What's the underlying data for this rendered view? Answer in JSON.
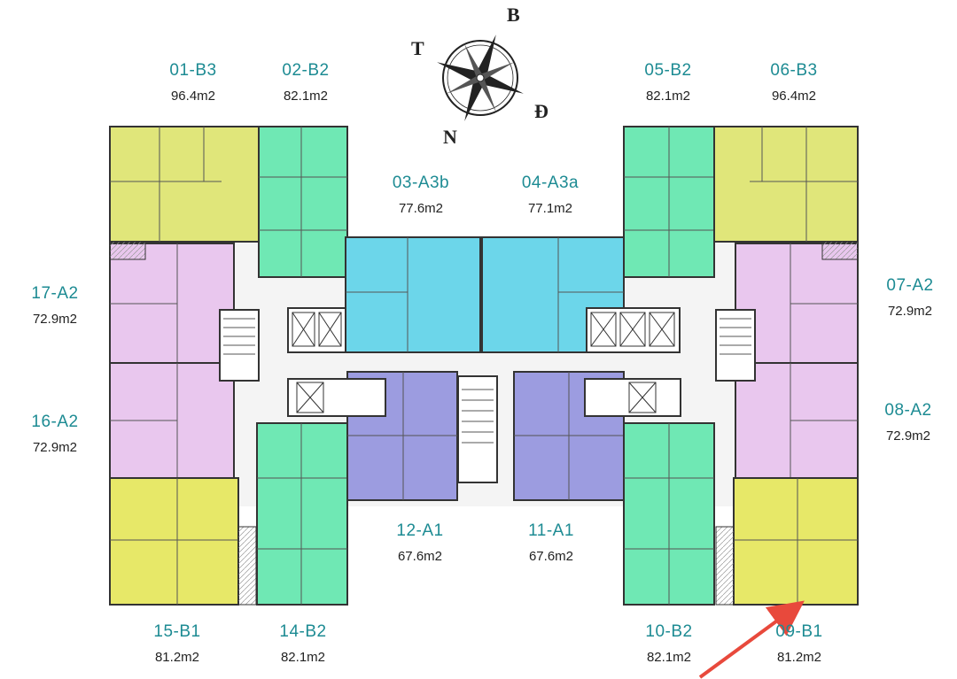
{
  "compass": {
    "north": "B",
    "east": "Đ",
    "south": "N",
    "west": "T"
  },
  "colors": {
    "B3": "#e0e67a",
    "B2": "#6fe8b4",
    "A3": "#6cd6ea",
    "A2": "#e9c7ee",
    "A1": "#9c9ce0",
    "B1": "#e7e868",
    "core": "#f2f2f2",
    "wall": "#333333",
    "label": "#1d8b93",
    "arrow": "#e8493c"
  },
  "units": [
    {
      "code": "01-B3",
      "area": "96.4m2"
    },
    {
      "code": "02-B2",
      "area": "82.1m2"
    },
    {
      "code": "03-A3b",
      "area": "77.6m2"
    },
    {
      "code": "04-A3a",
      "area": "77.1m2"
    },
    {
      "code": "05-B2",
      "area": "82.1m2"
    },
    {
      "code": "06-B3",
      "area": "96.4m2"
    },
    {
      "code": "07-A2",
      "area": "72.9m2"
    },
    {
      "code": "08-A2",
      "area": "72.9m2"
    },
    {
      "code": "09-B1",
      "area": "81.2m2"
    },
    {
      "code": "10-B2",
      "area": "82.1m2"
    },
    {
      "code": "11-A1",
      "area": "67.6m2"
    },
    {
      "code": "12-A1",
      "area": "67.6m2"
    },
    {
      "code": "14-B2",
      "area": "82.1m2"
    },
    {
      "code": "15-B1",
      "area": "81.2m2"
    },
    {
      "code": "16-A2",
      "area": "72.9m2"
    },
    {
      "code": "17-A2",
      "area": "72.9m2"
    }
  ]
}
